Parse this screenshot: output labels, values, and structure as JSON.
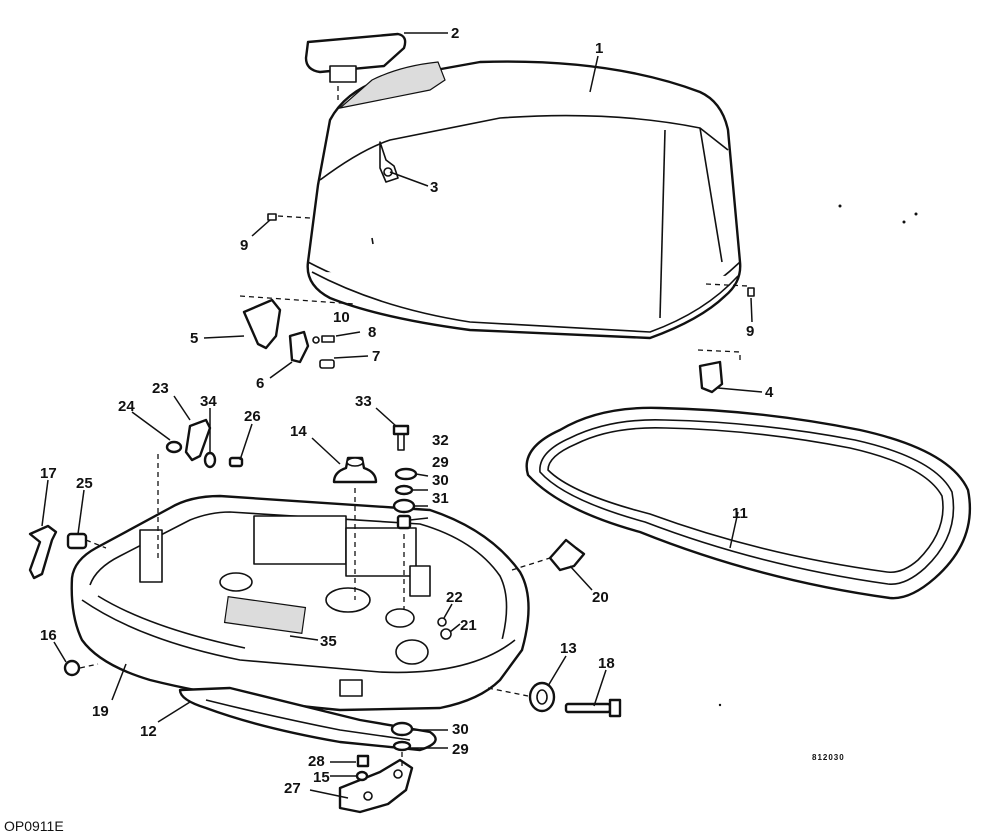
{
  "diagram_code": "OP0911E",
  "drawing_number": "812030",
  "callouts": [
    "1",
    "2",
    "3",
    "4",
    "5",
    "6",
    "7",
    "8",
    "9",
    "9",
    "10",
    "11",
    "12",
    "13",
    "14",
    "15",
    "16",
    "17",
    "18",
    "19",
    "20",
    "21",
    "22",
    "23",
    "24",
    "25",
    "26",
    "27",
    "28",
    "29",
    "29",
    "30",
    "30",
    "31",
    "32",
    "33",
    "34",
    "35"
  ]
}
